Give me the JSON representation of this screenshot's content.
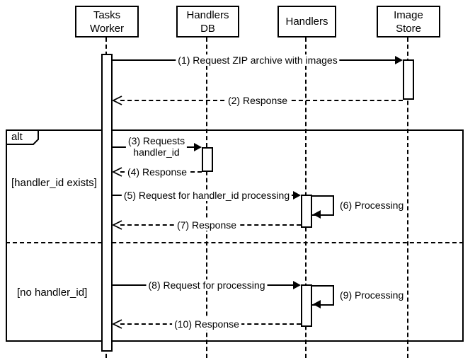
{
  "diagram": {
    "type": "uml-sequence",
    "background_color": "#ffffff",
    "stroke_color": "#000000",
    "actors": [
      {
        "id": "tasks-worker",
        "lines": [
          "Tasks",
          "Worker"
        ]
      },
      {
        "id": "handlers-db",
        "lines": [
          "Handlers",
          "DB"
        ]
      },
      {
        "id": "handlers",
        "lines": [
          "Handlers"
        ]
      },
      {
        "id": "image-store",
        "lines": [
          "Image",
          "Store"
        ]
      }
    ],
    "frame": {
      "operator": "alt",
      "guard1": "[handler_id exists]",
      "guard2": "[no handler_id]"
    },
    "messages": {
      "m1": {
        "label": "(1) Request ZIP archive with images",
        "from": "Tasks Worker",
        "to": "Image Store",
        "kind": "request"
      },
      "m2": {
        "label": "(2) Response",
        "from": "Image Store",
        "to": "Tasks Worker",
        "kind": "response"
      },
      "m3": {
        "line1": "(3) Requests",
        "line2": "handler_id",
        "from": "Tasks Worker",
        "to": "Handlers DB",
        "kind": "request"
      },
      "m4": {
        "label": "(4) Response",
        "from": "Handlers DB",
        "to": "Tasks Worker",
        "kind": "response"
      },
      "m5": {
        "label": "(5) Request for handler_id processing",
        "from": "Tasks Worker",
        "to": "Handlers",
        "kind": "request"
      },
      "m6": {
        "label": "(6) Processing",
        "from": "Handlers",
        "to": "Handlers",
        "kind": "self"
      },
      "m7": {
        "label": "(7) Response",
        "from": "Handlers",
        "to": "Tasks Worker",
        "kind": "response"
      },
      "m8": {
        "label": "(8) Request for processing",
        "from": "Tasks Worker",
        "to": "Handlers",
        "kind": "request"
      },
      "m9": {
        "label": "(9) Processing",
        "from": "Handlers",
        "to": "Handlers",
        "kind": "self"
      },
      "m10": {
        "label": "(10) Response",
        "from": "Handlers",
        "to": "Tasks Worker",
        "kind": "response"
      }
    }
  }
}
